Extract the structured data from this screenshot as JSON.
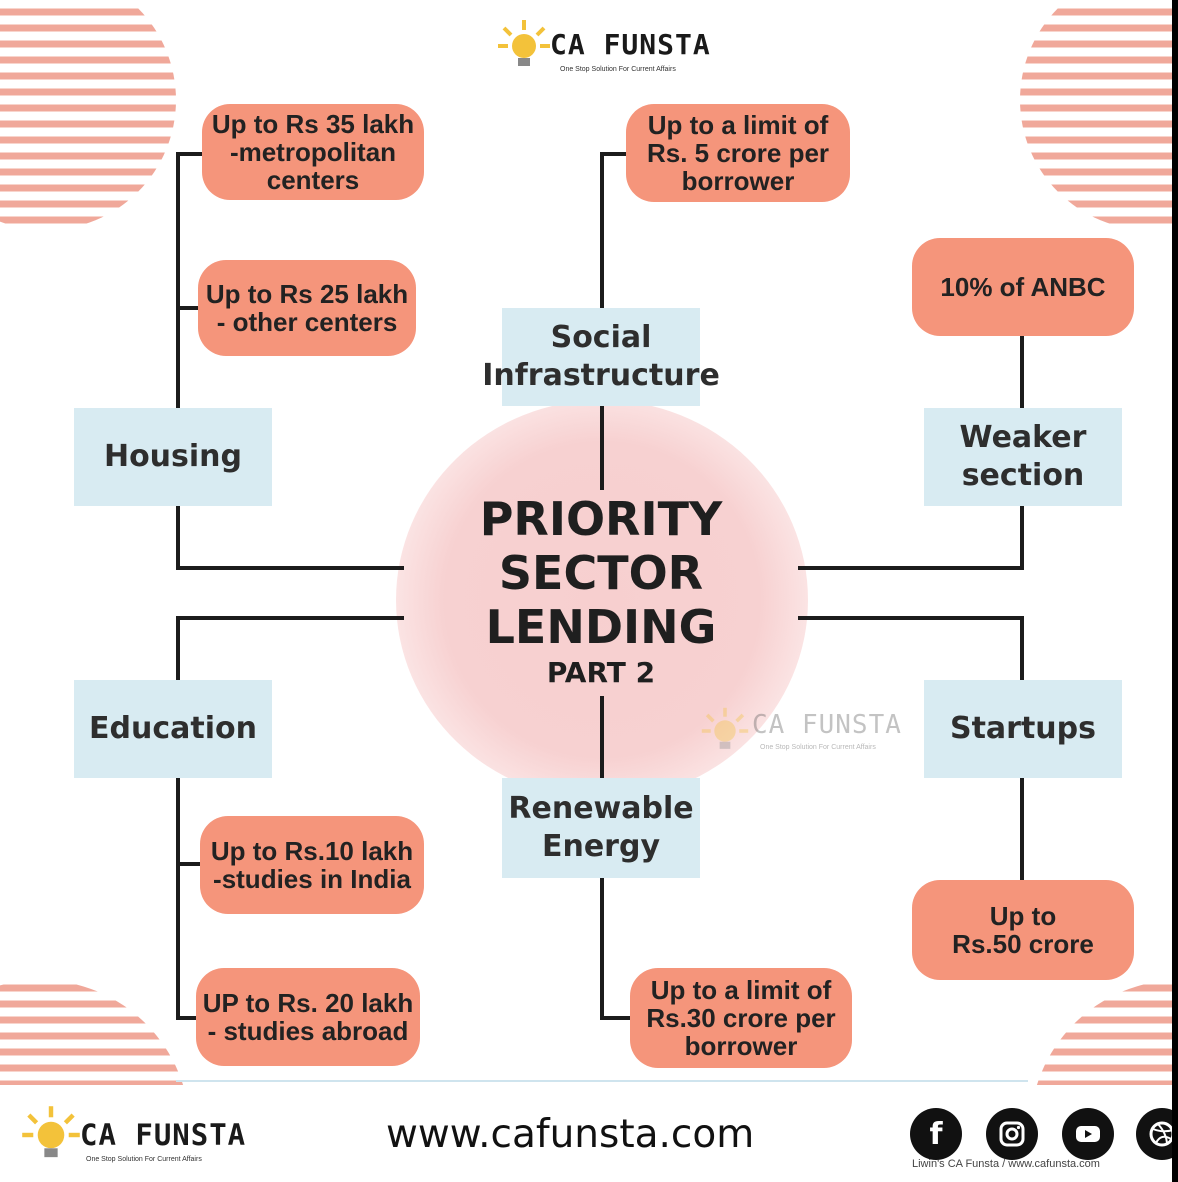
{
  "header_logo": {
    "name": "CA FUNSTA",
    "tagline": "One Stop Solution For Current Affairs"
  },
  "title": "PRIORITY\nSECTOR\nLENDING",
  "subtitle": "PART 2",
  "categories": {
    "housing": {
      "label": "Housing",
      "limits": [
        "Up to Rs 35 lakh\n-metropolitan\ncenters",
        "Up to Rs 25 lakh\n- other centers"
      ]
    },
    "social_infrastructure": {
      "label": "Social\nInfrastructure",
      "limit": "Up to a limit of\nRs. 5 crore per\nborrower"
    },
    "weaker_section": {
      "label": "Weaker\nsection",
      "limit": "10% of ANBC"
    },
    "education": {
      "label": "Education",
      "limits": [
        "Up to Rs.10 lakh\n-studies in India",
        "UP to Rs. 20 lakh\n- studies abroad"
      ]
    },
    "renewable_energy": {
      "label": "Renewable\nEnergy",
      "limit": "Up to a limit of\nRs.30 crore per\nborrower"
    },
    "startups": {
      "label": "Startups",
      "limit": "Up to\nRs.50 crore"
    }
  },
  "watermark": {
    "name": "CA FUNSTA",
    "tagline": "One Stop Solution For Current Affairs"
  },
  "footer": {
    "logo_name": "CA FUNSTA",
    "logo_tagline": "One Stop Solution For Current Affairs",
    "website": "www.cafunsta.com",
    "social_icons": [
      "facebook-icon",
      "instagram-icon",
      "youtube-icon",
      "dribbble-icon"
    ],
    "social_caption": "Liwin's CA Funsta  /   www.cafunsta.com"
  },
  "colors": {
    "box": "#d8ebf2",
    "pill": "#f5957b",
    "blob": "#f7cfcf",
    "stripes": "#f0a89a"
  }
}
